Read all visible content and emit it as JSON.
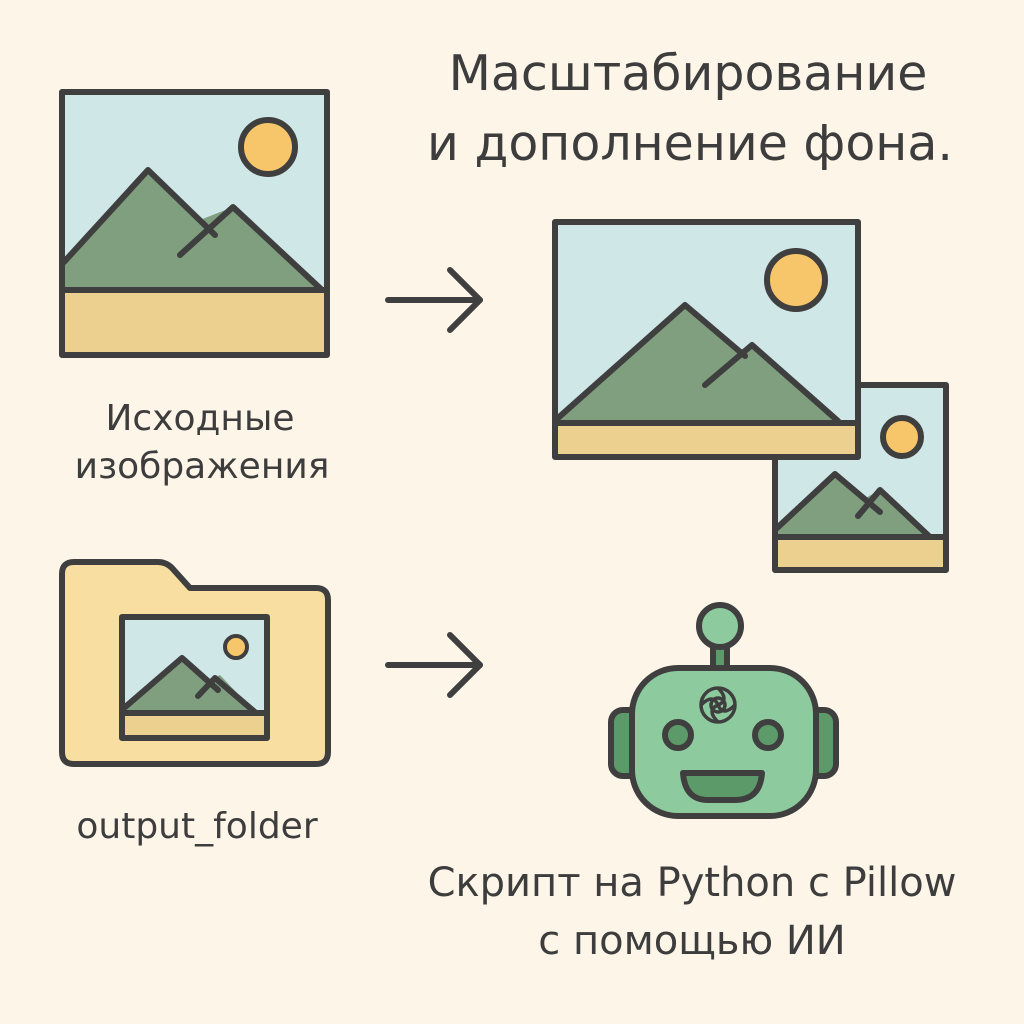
{
  "title": {
    "line1": "Масштабирование",
    "line2": "и дополнение фона."
  },
  "source_label": {
    "line1": "Исходные",
    "line2": "изображения"
  },
  "folder_label": "output_folder",
  "script_label": {
    "line1": "Скрипт на Python с Pillow",
    "line2": "с помощью ИИ"
  },
  "colors": {
    "background": "#fdf5e8",
    "stroke": "#3f3f3f",
    "sky": "#cfe7e6",
    "mountain": "#7f9f7f",
    "sand": "#ebd08f",
    "sun": "#f8c66a",
    "folder": "#f8dea0",
    "robot": "#8dcb9f",
    "robot_dark": "#5c9b69"
  }
}
